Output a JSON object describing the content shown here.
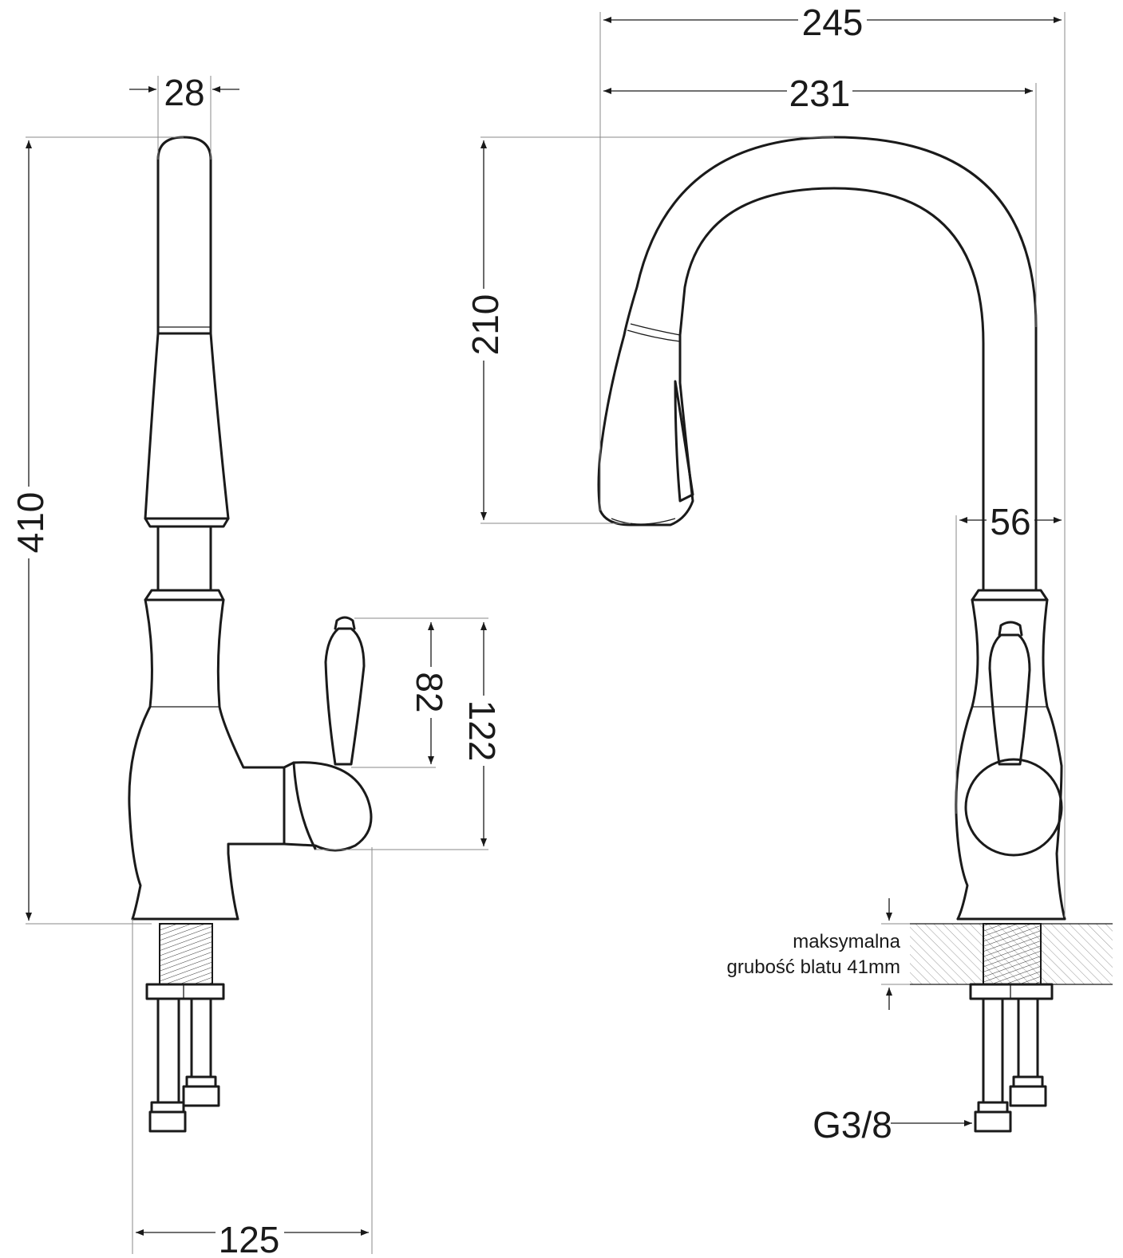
{
  "dimensions": {
    "total_height": "410",
    "spout_diameter": "28",
    "base_depth": "125",
    "handle_height": "82",
    "handle_axis_height": "122",
    "total_reach": "245",
    "spout_reach": "231",
    "spout_clearance": "210",
    "body_width": "56"
  },
  "annotations": {
    "countertop_note_line1": "maksymalna",
    "countertop_note_line2": "grubość blatu 41mm",
    "connection_thread": "G3/8"
  },
  "colors": {
    "line": "#1a1a1a",
    "background": "#ffffff"
  }
}
